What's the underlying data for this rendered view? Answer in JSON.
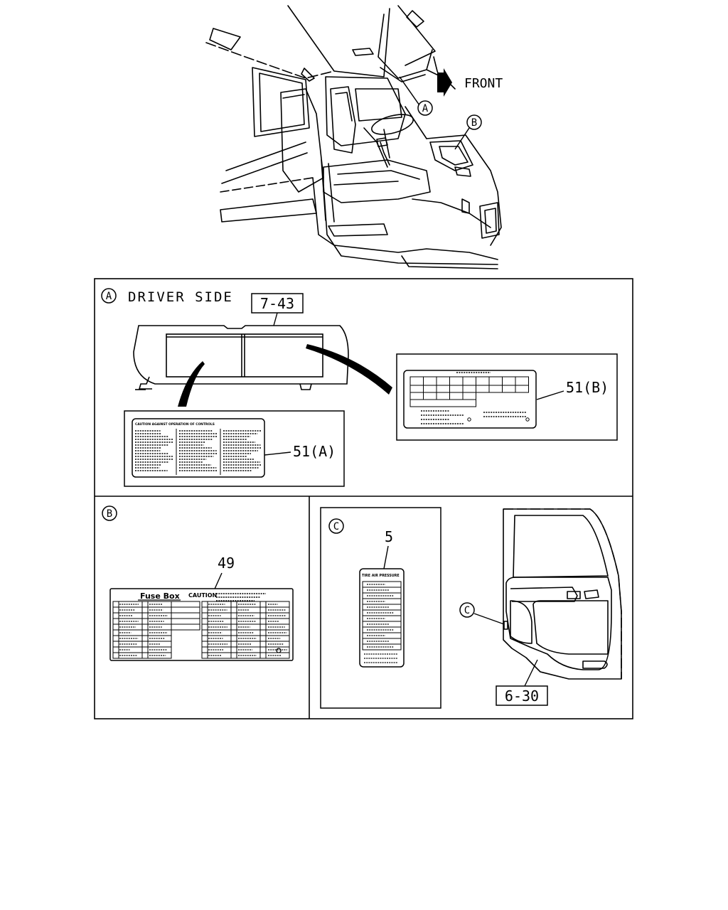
{
  "cab": {
    "front_label": "FRONT",
    "callout_a": "A",
    "callout_b": "B"
  },
  "panel_a": {
    "marker": "A",
    "title": "DRIVER SIDE",
    "ref": "7-43",
    "label_a": "51(A)",
    "label_b": "51(B)",
    "label_a_heading": "CAUTION AGAINST OPERATION OF CONTROLS"
  },
  "panel_b": {
    "marker": "B",
    "ref": "49",
    "fuse_title": "Fuse Box",
    "caution": "CAUTION"
  },
  "panel_c": {
    "marker": "C",
    "ref": "5",
    "tire_heading": "TIRE AIR PRESSURE",
    "door_marker": "C",
    "door_ref": "6-30"
  }
}
